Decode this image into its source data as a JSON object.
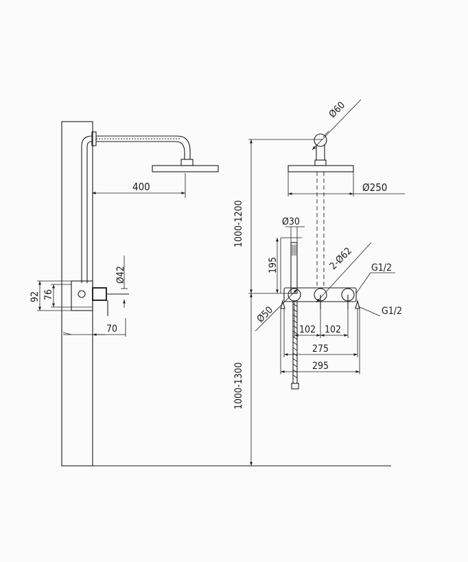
{
  "dimensions": {
    "arm_length": "400",
    "diverter_dia": "Ø42",
    "wall_outer": "92",
    "wall_inner": "76",
    "projection": "70",
    "head_top_dia": "Ø60",
    "head_dia": "Ø250",
    "handheld_dia": "Ø30",
    "height_upper": "1000-1200",
    "handheld_len": "195",
    "valve_dia": "2-Ø62",
    "outlet_dia": "Ø50",
    "thread_top": "G1/2",
    "thread_bottom": "G1/2",
    "spacing_left": "102",
    "spacing_right": "102",
    "width_inner": "275",
    "width_outer": "295",
    "height_lower": "1000-1300"
  }
}
